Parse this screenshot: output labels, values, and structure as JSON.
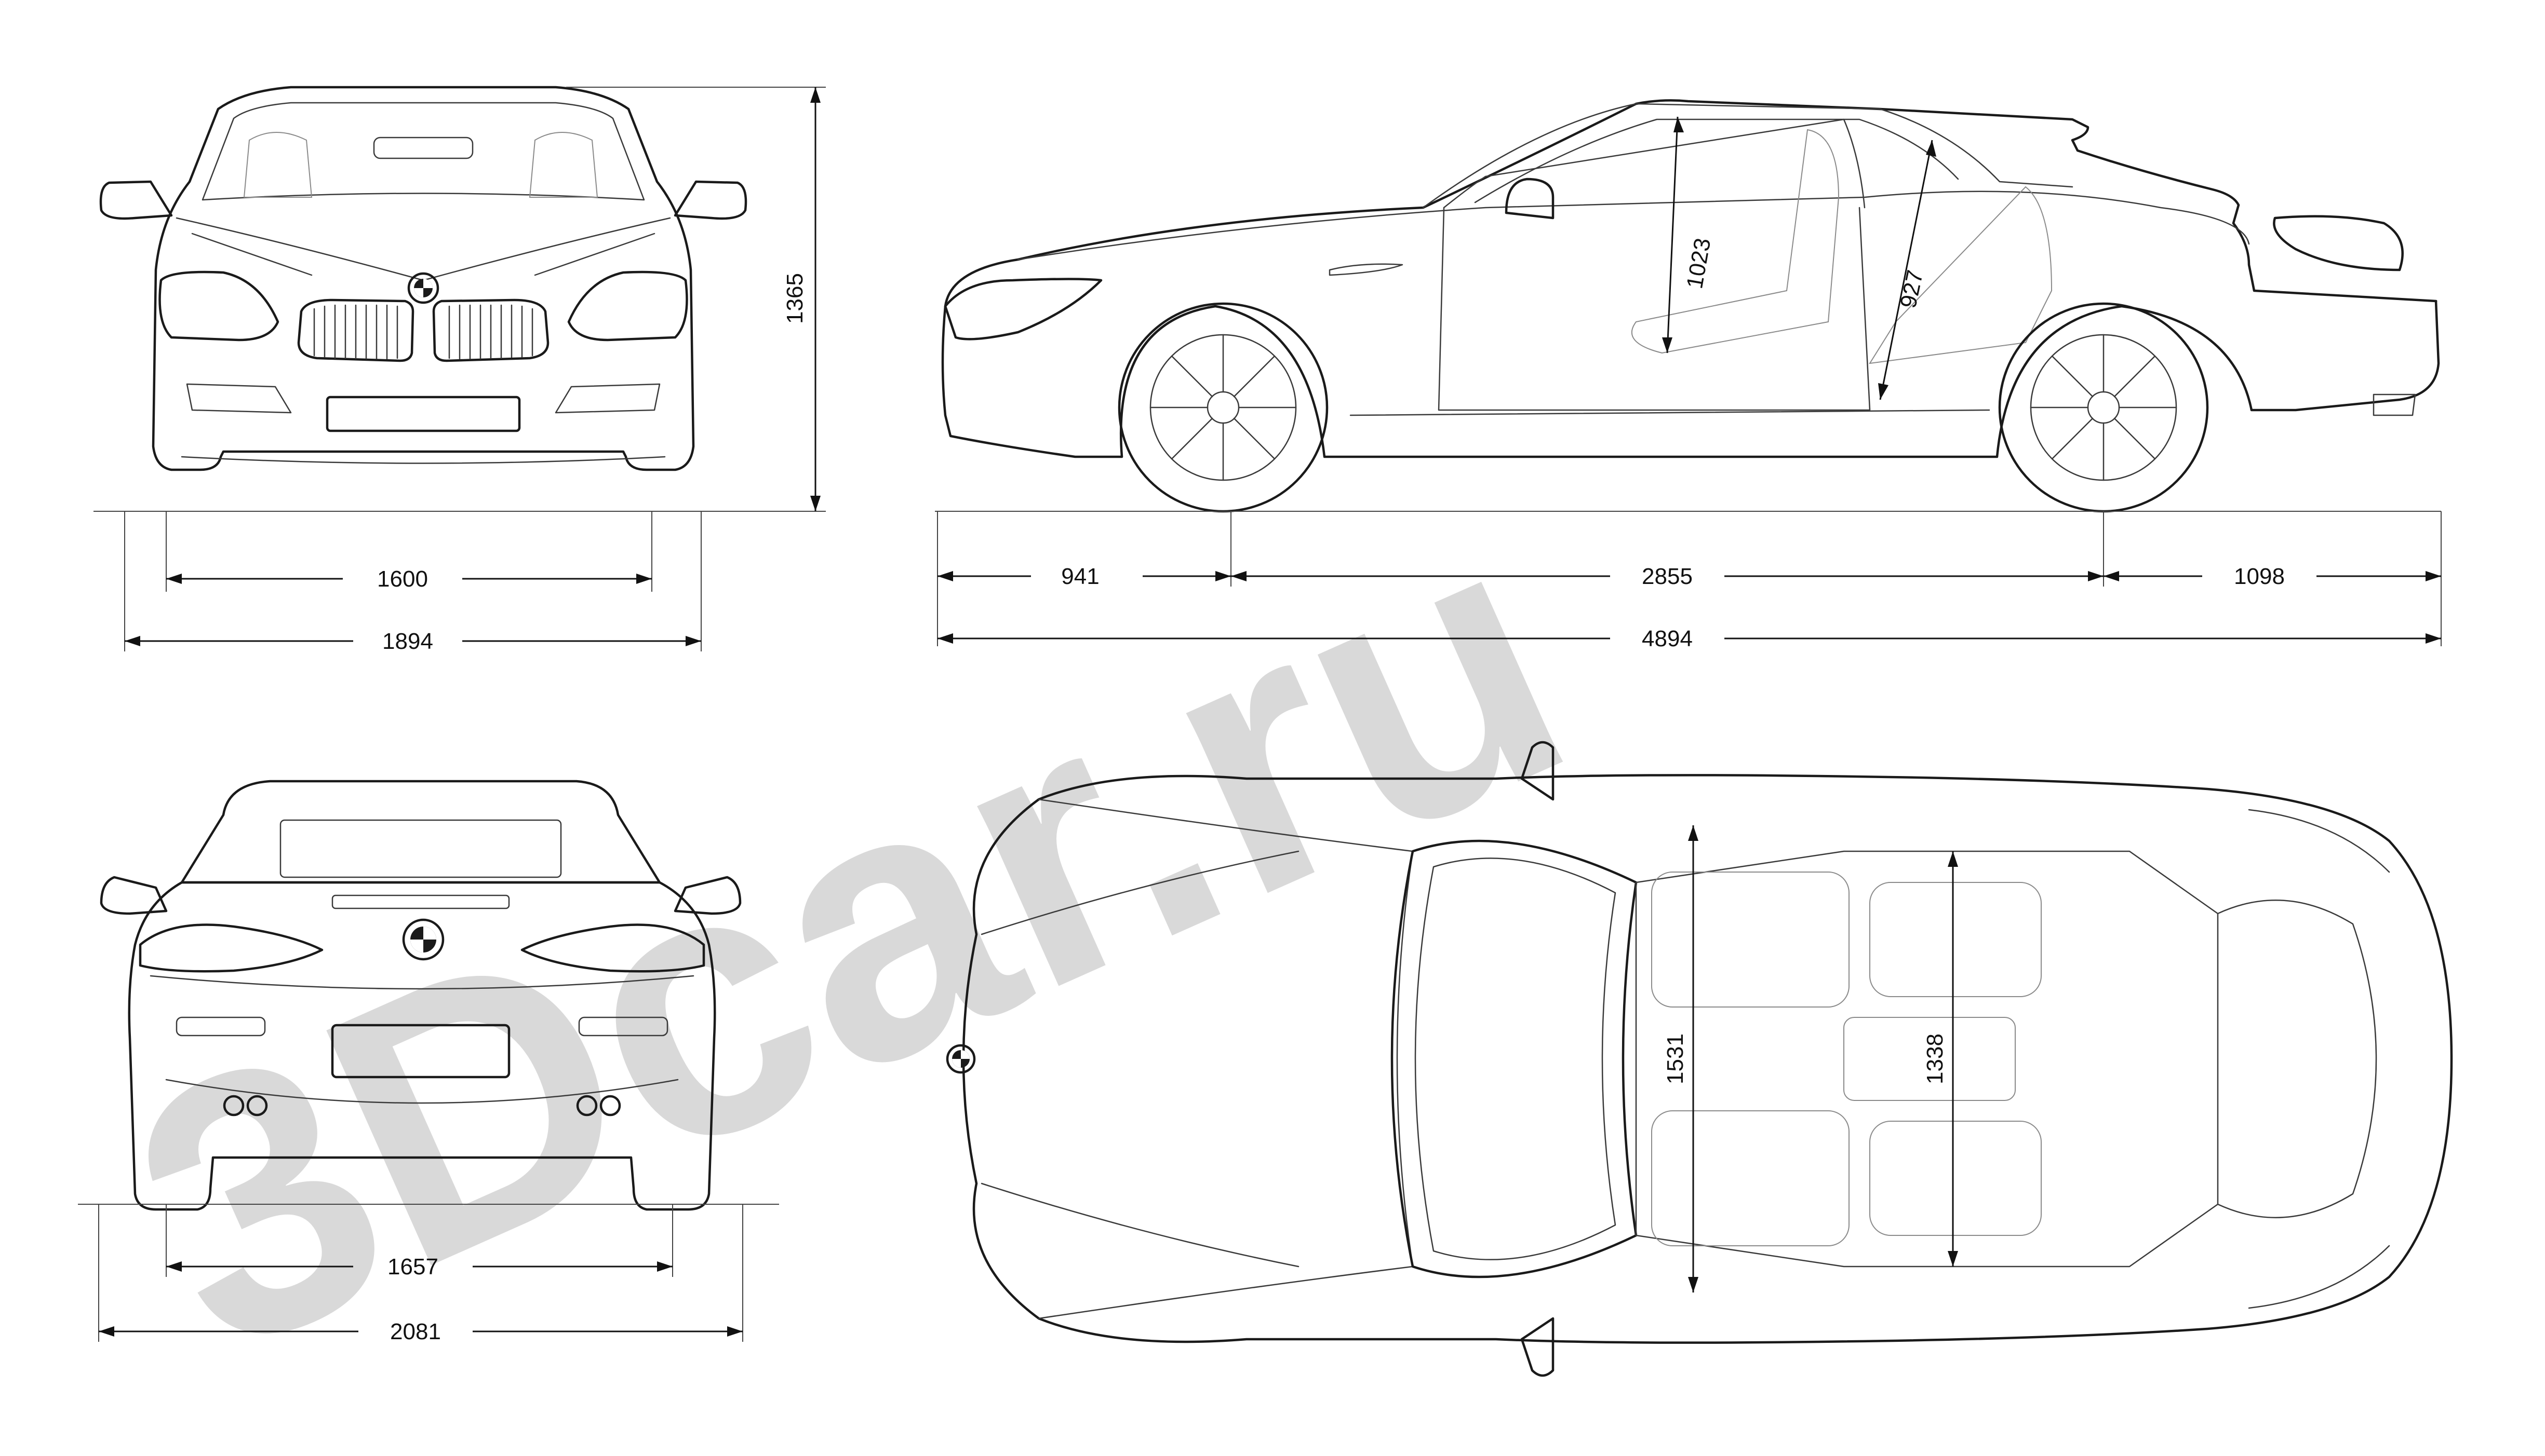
{
  "watermark": {
    "text": "3Dcar.ru",
    "color": "#d9d9d9"
  },
  "colors": {
    "line": "#1a1a1a",
    "dimension": "#111111",
    "background": "#ffffff"
  },
  "views": {
    "front": {
      "height": "1365",
      "track_front": "1600",
      "width": "1894"
    },
    "side": {
      "front_overhang": "941",
      "wheelbase": "2855",
      "rear_overhang": "1098",
      "length": "4894",
      "front_headroom": "1023",
      "rear_headroom": "927"
    },
    "rear": {
      "track_rear": "1657",
      "width_with_mirrors": "2081"
    },
    "top": {
      "front_interior_width": "1531",
      "rear_interior_width": "1338"
    }
  },
  "icons": [
    "bmw-roundel-icon",
    "kidney-grille-icon",
    "wheel-icon"
  ]
}
